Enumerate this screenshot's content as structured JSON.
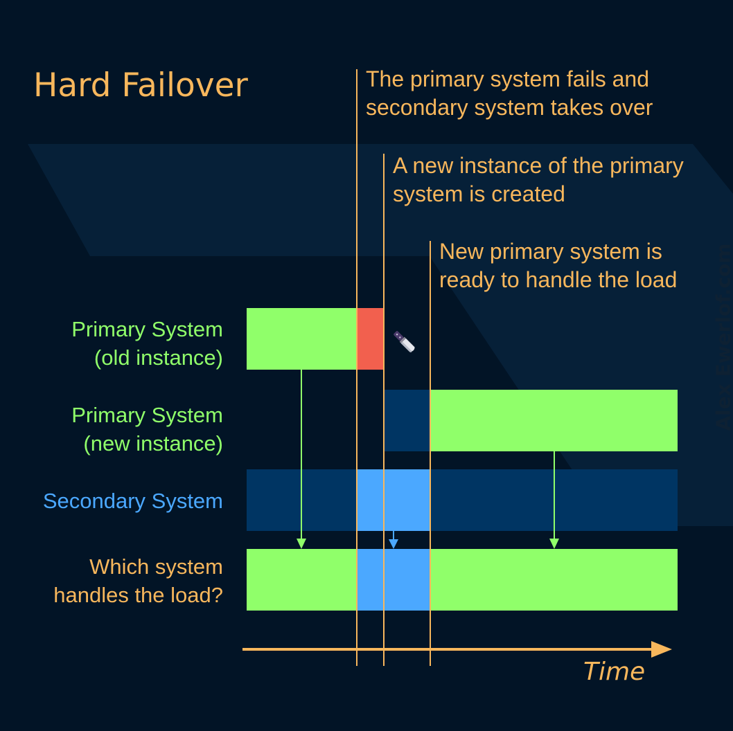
{
  "title": "Hard Failover",
  "annotations": [
    {
      "line1": "The primary system fails and",
      "line2": "secondary system takes over"
    },
    {
      "line1": "A new instance of the primary",
      "line2": "system is created"
    },
    {
      "line1": "New primary system is",
      "line2": "ready to handle the load"
    }
  ],
  "rows": [
    {
      "line1": "Primary System",
      "line2": "(old instance)"
    },
    {
      "line1": "Primary System",
      "line2": "(new instance)"
    },
    {
      "line1": "Secondary System",
      "line2": ""
    },
    {
      "line1": "Which system",
      "line2": "handles the load?"
    }
  ],
  "axis": {
    "label": "Time"
  },
  "watermark": "Alex Ewerlof.com",
  "colors": {
    "background": "#021426",
    "accent": "#f8b75c",
    "primary_active": "#90ff6a",
    "secondary_active": "#4ba8ff",
    "idle": "#003563",
    "failed": "#f2604e"
  },
  "icons": {
    "failure": "knife-icon"
  }
}
